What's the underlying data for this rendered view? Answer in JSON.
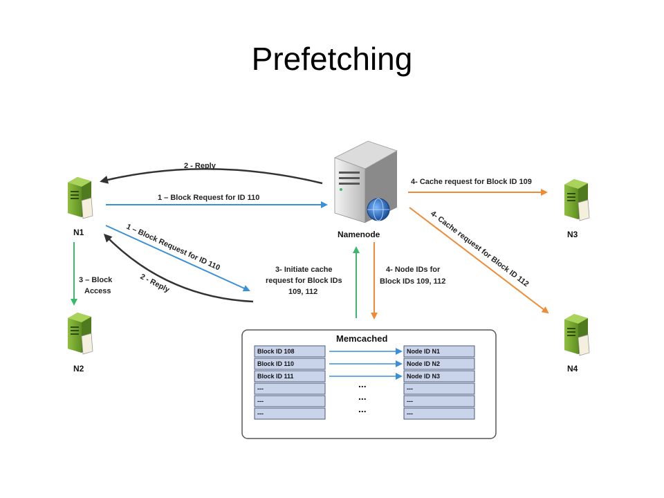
{
  "title": "Prefetching",
  "nodes": {
    "n1": "N1",
    "n2": "N2",
    "n3": "N3",
    "n4": "N4",
    "namenode": "Namenode"
  },
  "arrows": {
    "reply_top": "2 - Reply",
    "block_request": "1 – Block Request for ID 110",
    "block_request_diag": "1 – Block Request for ID 110",
    "reply_diag": "2 - Reply",
    "block_access_1": "3 – Block",
    "block_access_2": "Access",
    "initiate_1": "3- Initiate cache",
    "initiate_2": "request for Block IDs",
    "initiate_3": "109, 112",
    "node_ids_1": "4- Node IDs for",
    "node_ids_2": "Block IDs 109, 112",
    "cache_109": "4- Cache request for Block ID 109",
    "cache_112": "4- Cache request for Block ID 112"
  },
  "colors": {
    "blue": "#3a8fd8",
    "orange": "#f08a35",
    "green": "#3cb86a",
    "dark": "#333333",
    "cell": "#c9d4ea",
    "cell_border": "#4a5a78"
  },
  "memcached": {
    "title": "Memcached",
    "left": [
      "Block ID 108",
      "Block ID 110",
      "Block ID 111",
      "---",
      "---",
      "---"
    ],
    "right": [
      "Node ID N1",
      "Node ID N2",
      "Node ID N3",
      "---",
      "---",
      "---"
    ],
    "dots": [
      "...",
      "...",
      "..."
    ]
  }
}
